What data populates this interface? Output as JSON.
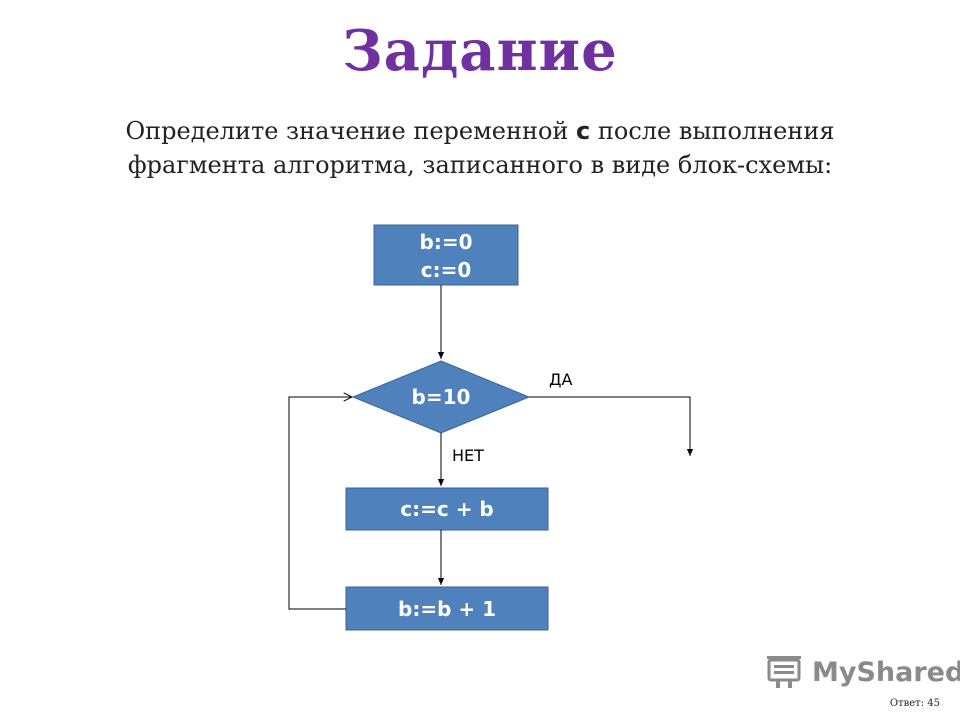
{
  "title": "Задание",
  "task": {
    "before": "Определите значение переменной ",
    "var": "c",
    "after": " после выполнения фрагмента алгоритма, записанного в виде блок-схемы:"
  },
  "flowchart": {
    "init_line1": "b:=0",
    "init_line2": "c:=0",
    "condition": "b=10",
    "yes_label": "ДА",
    "no_label": "НЕТ",
    "step1": "c:=c + b",
    "step2": "b:=b + 1"
  },
  "logo": {
    "text": "MyShared"
  },
  "answer": "Ответ: 45",
  "colors": {
    "title": "#7030a0",
    "block_fill": "#4f81bd",
    "block_border": "#3a6494"
  }
}
